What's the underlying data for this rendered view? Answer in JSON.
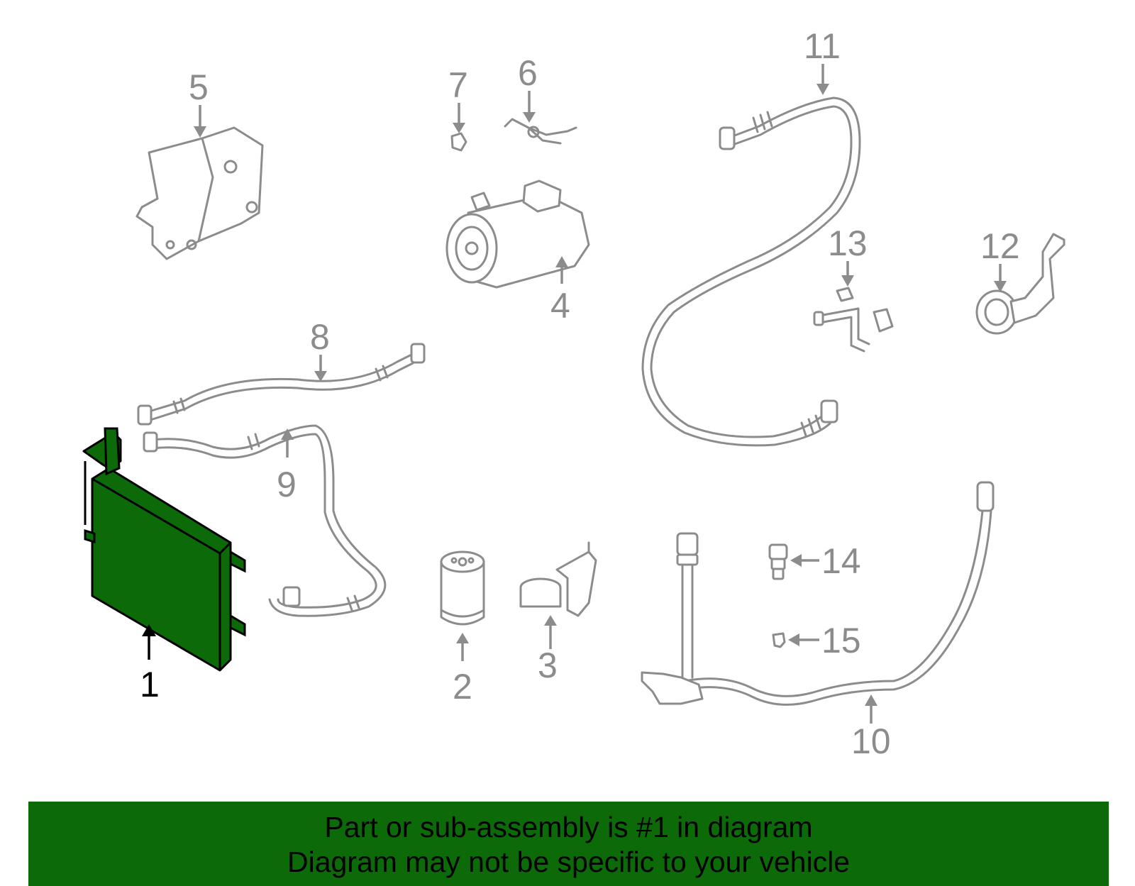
{
  "callouts": {
    "c1": "1",
    "c2": "2",
    "c3": "3",
    "c4": "4",
    "c5": "5",
    "c6": "6",
    "c7": "7",
    "c8": "8",
    "c9": "9",
    "c10": "10",
    "c11": "11",
    "c12": "12",
    "c13": "13",
    "c14": "14",
    "c15": "15"
  },
  "highlight": {
    "part": "1",
    "color": "#0d6a08"
  },
  "colors": {
    "outline": "#8c8c8c",
    "banner_bg": "#0d6a08",
    "text": "#000000"
  },
  "banner": {
    "line1": "Part or sub-assembly is #1 in diagram",
    "line2": "Diagram may not be specific to your vehicle"
  }
}
